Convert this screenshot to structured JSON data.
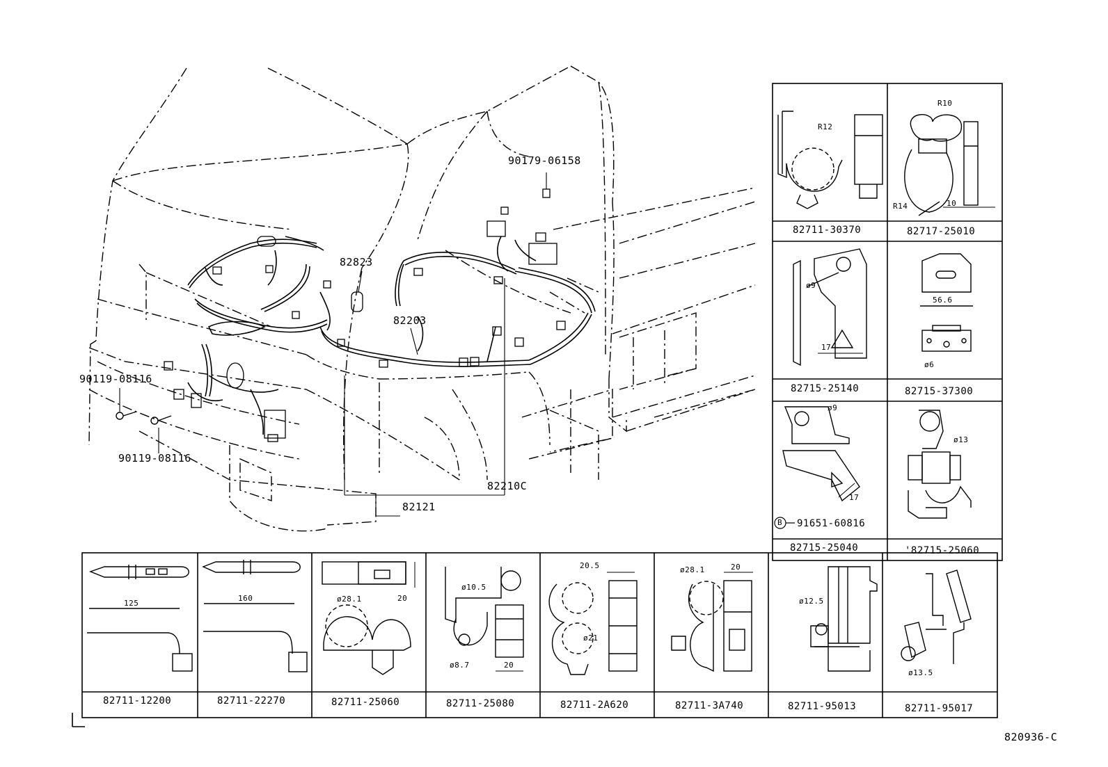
{
  "callouts": {
    "c1": "90179-06158",
    "c2": "82823",
    "c3": "82203",
    "c4": "90119-08116",
    "c5": "90119-08116",
    "c6": "82210C",
    "c7": "82121",
    "footer_code": "820936-C"
  },
  "right_grid": {
    "cells": [
      {
        "part": "82711-30370",
        "dims": [
          "R12"
        ]
      },
      {
        "part": "82717-25010",
        "dims": [
          "R10",
          "R14",
          "10"
        ]
      },
      {
        "part": "82715-25140",
        "dims": [
          "ø9",
          "17"
        ]
      },
      {
        "part": "82715-37300",
        "dims": [
          "56.6",
          "ø6"
        ]
      },
      {
        "part": "82715-25040",
        "dims": [
          "ø9",
          "17"
        ],
        "sub_part": "91651-60816",
        "sub_mark": "B"
      },
      {
        "part": "'82715-25060",
        "dims": [
          "ø13"
        ]
      }
    ]
  },
  "bottom_grid": {
    "cells": [
      {
        "part": "82711-12200",
        "dims": [
          "125"
        ]
      },
      {
        "part": "82711-22270",
        "dims": [
          "160"
        ]
      },
      {
        "part": "82711-25060",
        "dims": [
          "ø28.1",
          "20"
        ]
      },
      {
        "part": "82711-25080",
        "dims": [
          "ø10.5",
          "ø8.7",
          "20"
        ]
      },
      {
        "part": "82711-2A620",
        "dims": [
          "20.5",
          "ø21"
        ]
      },
      {
        "part": "82711-3A740",
        "dims": [
          "ø28.1",
          "20"
        ]
      },
      {
        "part": "82711-95013",
        "dims": [
          "ø12.5"
        ]
      },
      {
        "part": "82711-95017",
        "dims": [
          "ø13.5"
        ]
      }
    ]
  }
}
